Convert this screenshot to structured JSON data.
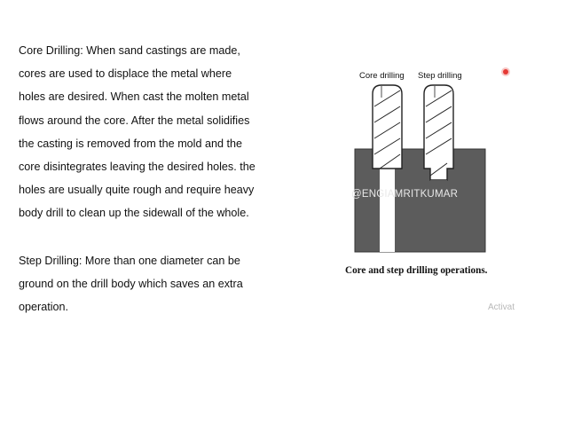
{
  "core_paragraph": [
    "Core Drilling: When sand castings are made,",
    "cores are used to displace the metal where",
    "holes are desired. When cast the molten metal",
    "flows around the core. After the metal solidifies",
    "the casting is removed from the mold and the",
    "core disintegrates leaving the desired holes. the",
    "holes are usually quite rough and require heavy",
    "body drill to clean up the sidewall of the whole."
  ],
  "step_paragraph": [
    "Step Drilling: More than one diameter can be",
    "ground on the drill body which saves an extra",
    "operation."
  ],
  "figure": {
    "label_core": "Core drilling",
    "label_step": "Step drilling",
    "watermark": "@ENGIAMRITKUMAR",
    "caption": "Core and step drilling operations."
  },
  "activate_text": "Activat",
  "colors": {
    "workpiece": "#5c5c5c",
    "hole": "#ffffff",
    "recording_dot": "#e53935"
  }
}
